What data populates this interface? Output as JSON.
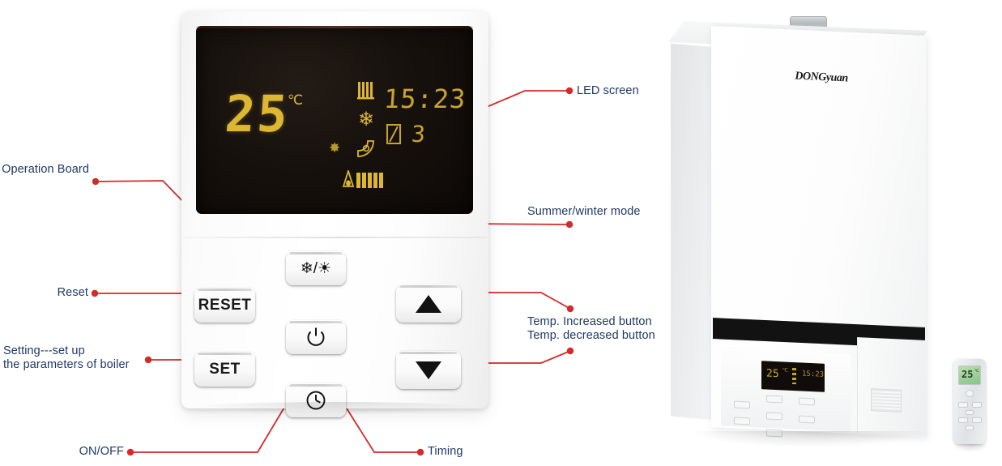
{
  "labels": {
    "led_screen": "LED screen",
    "operation_board": "Operation Board",
    "summer_winter": "Summer/winter mode",
    "reset": "Reset",
    "temp_increase": "Temp. Increased button",
    "temp_decrease": "Temp. decreased button",
    "setting_line1": "Setting---set up",
    "setting_line2": "the parameters of boiler",
    "on_off": "ON/OFF",
    "timing": "Timing"
  },
  "lcd": {
    "temperature": "25",
    "temperature_unit": "℃",
    "clock": "15:23",
    "program_number": "3",
    "icons": {
      "radiator": "radiator-icon",
      "snowflake": "snowflake-icon",
      "sun": "sun-icon",
      "hot_water": "hot-water-icon",
      "flame": "flame-icon"
    },
    "flame_bars": 5,
    "segment_color": "#ddb731",
    "background_color": "#14100c"
  },
  "buttons": {
    "mode_label": "❄/☀",
    "reset_label": "RESET",
    "set_label": "SET",
    "power_label": "⏻",
    "timer_label": "ὕ8",
    "up_label": "▲",
    "down_label": "▼"
  },
  "boiler": {
    "brand": "DONGyuan",
    "lcd_temperature": "25",
    "lcd_unit": "℃",
    "lcd_clock": "15:23",
    "panel_buttons": [
      "RESET",
      "❄/☀",
      "▲",
      "SET",
      "⏻",
      "▼",
      "ὕ8"
    ]
  },
  "remote": {
    "lcd_temperature": "25",
    "lcd_unit": "℃"
  },
  "colors": {
    "label_text": "#1f3864",
    "leader_line": "#d42a2a",
    "lcd_amber": "#ddb731"
  }
}
